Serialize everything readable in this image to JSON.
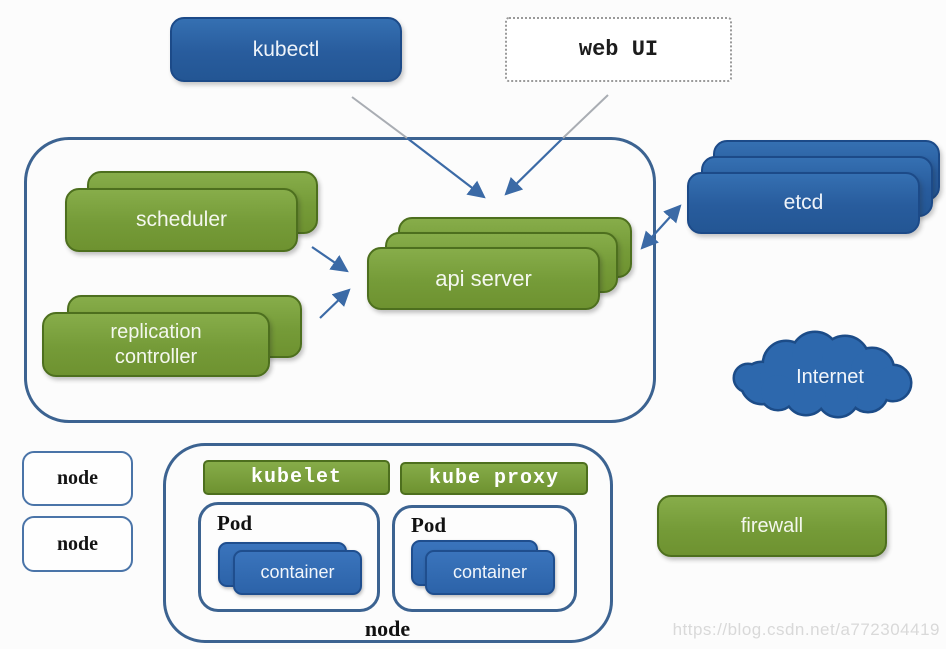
{
  "title": "Kubernetes architecture diagram",
  "colors": {
    "box_green": "#759b38",
    "box_blue": "#2c63a9",
    "outline_blue": "#3c6391",
    "arrow_blue": "#3b6aa6",
    "arrow_gray": "#a9adb3"
  },
  "top": {
    "kubectl_label": "kubectl",
    "web_ui_label": "web UI"
  },
  "master": {
    "scheduler_label": "scheduler",
    "replication_controller_label": "replication controller",
    "api_server_label": "api server"
  },
  "right": {
    "etcd_label": "etcd",
    "internet_label": "Internet",
    "firewall_label": "firewall"
  },
  "left": {
    "nodes": [
      "node",
      "node"
    ]
  },
  "node_panel": {
    "kubelet_label": "kubelet",
    "kube_proxy_label": "kube proxy",
    "pods": [
      {
        "title": "Pod",
        "container_label": "container"
      },
      {
        "title": "Pod",
        "container_label": "container"
      }
    ],
    "node_label": "node"
  },
  "edges": [
    {
      "from": "kubectl",
      "to": "api server",
      "type": "arrow"
    },
    {
      "from": "web UI",
      "to": "api server",
      "type": "arrow"
    },
    {
      "from": "scheduler",
      "to": "api server",
      "type": "arrow"
    },
    {
      "from": "replication controller",
      "to": "api server",
      "type": "arrow"
    },
    {
      "from": "api server",
      "to": "etcd",
      "type": "double-arrow"
    }
  ],
  "watermark": {
    "text": "https://blog.csdn.net/a772304419"
  }
}
